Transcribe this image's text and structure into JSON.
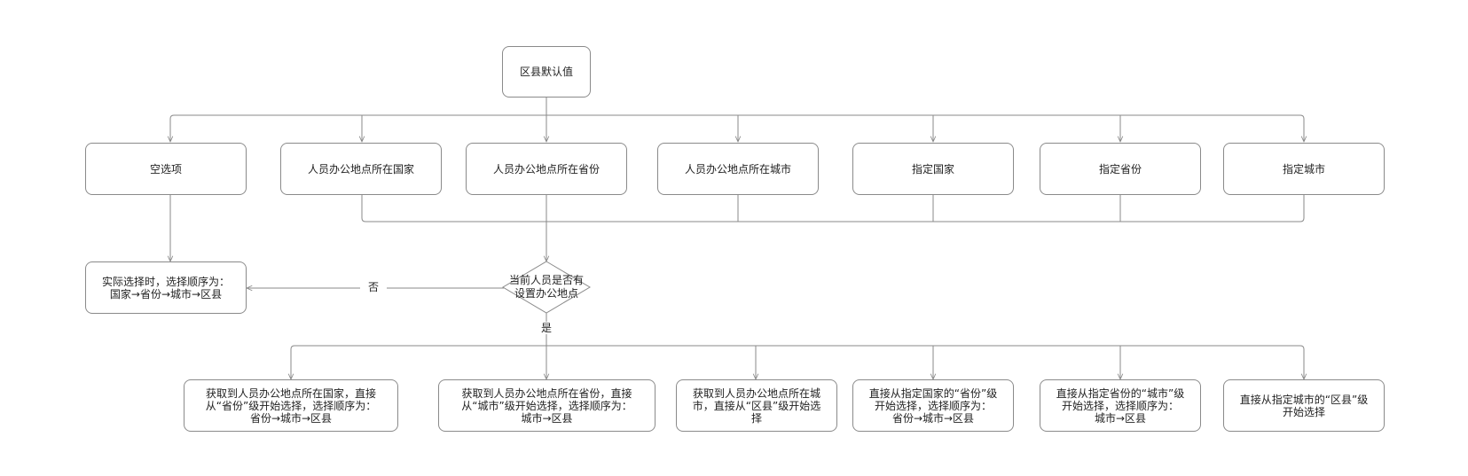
{
  "root": {
    "label": "区县默认值"
  },
  "sources": [
    {
      "label": "空选项"
    },
    {
      "label": "人员办公地点所在国家"
    },
    {
      "label": "人员办公地点所在省份"
    },
    {
      "label": "人员办公地点所在城市"
    },
    {
      "label": "指定国家"
    },
    {
      "label": "指定省份"
    },
    {
      "label": "指定城市"
    }
  ],
  "decision": {
    "label": "当前人员是否有\n设置办公地点"
  },
  "no_result": {
    "label": "实际选择时，选择顺序为：\n国家→省份→城市→区县"
  },
  "edge_labels": {
    "no": "否",
    "yes": "是"
  },
  "results": [
    {
      "label": "获取到人员办公地点所在国家，直接\n从“省份”级开始选择，选择顺序为：\n省份→城市→区县"
    },
    {
      "label": "获取到人员办公地点所在省份，直接\n从“城市”级开始选择，选择顺序为：\n城市→区县"
    },
    {
      "label": "获取到人员办公地点所在城\n市，直接从“区县”级开始选\n择"
    },
    {
      "label": "直接从指定国家的“省份”级\n开始选择，选择顺序为：\n省份→城市→区县"
    },
    {
      "label": "直接从指定省份的“城市”级\n开始选择，选择顺序为：\n城市→区县"
    },
    {
      "label": "直接从指定城市的“区县”级\n开始选择"
    }
  ],
  "colors": {
    "line": "#8a8a8a",
    "border": "#8a8a8a",
    "text": "#222222",
    "background": "#ffffff"
  }
}
